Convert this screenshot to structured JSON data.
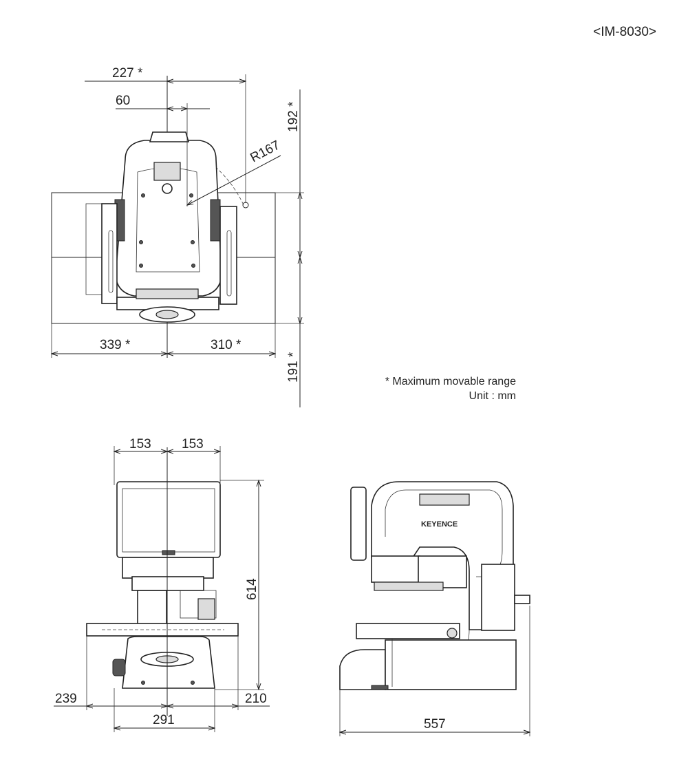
{
  "model_label": "<IM-8030>",
  "notes": {
    "max_range": "* Maximum movable range",
    "unit": "Unit : mm"
  },
  "dimensions": {
    "top_view": {
      "width_227": "227 *",
      "offset_60": "60",
      "radius": "R167",
      "height_192": "192 *",
      "left_339": "339 *",
      "right_310": "310 *",
      "height_191": "191 *"
    },
    "front_view": {
      "half_left": "153",
      "half_right": "153",
      "height": "614",
      "left_239": "239",
      "right_210": "210",
      "base_width": "291"
    },
    "side_view": {
      "depth": "557"
    }
  },
  "brand_logo": "KEYENCE"
}
